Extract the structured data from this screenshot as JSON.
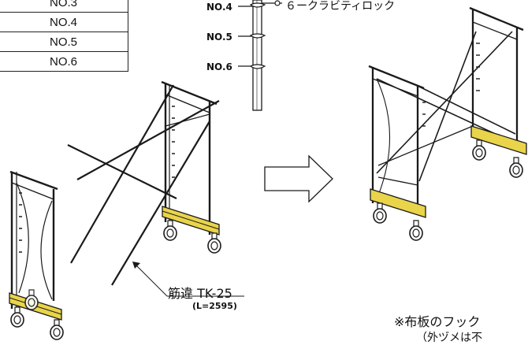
{
  "number_table": {
    "rows": [
      "NO.3",
      "NO.4",
      "NO.5",
      "NO.6"
    ]
  },
  "pole_labels": [
    "NO.4",
    "NO.5",
    "NO.6"
  ],
  "lock_label": "６ークラビティロック",
  "brace_callout": {
    "name": "筋違 TK-25",
    "length": "(L=2595)"
  },
  "note": {
    "line1": "※布板のフック",
    "line2": "（外ヅメは不"
  },
  "colors": {
    "line": "#1a1a1a",
    "accent": "#e9d44a"
  }
}
